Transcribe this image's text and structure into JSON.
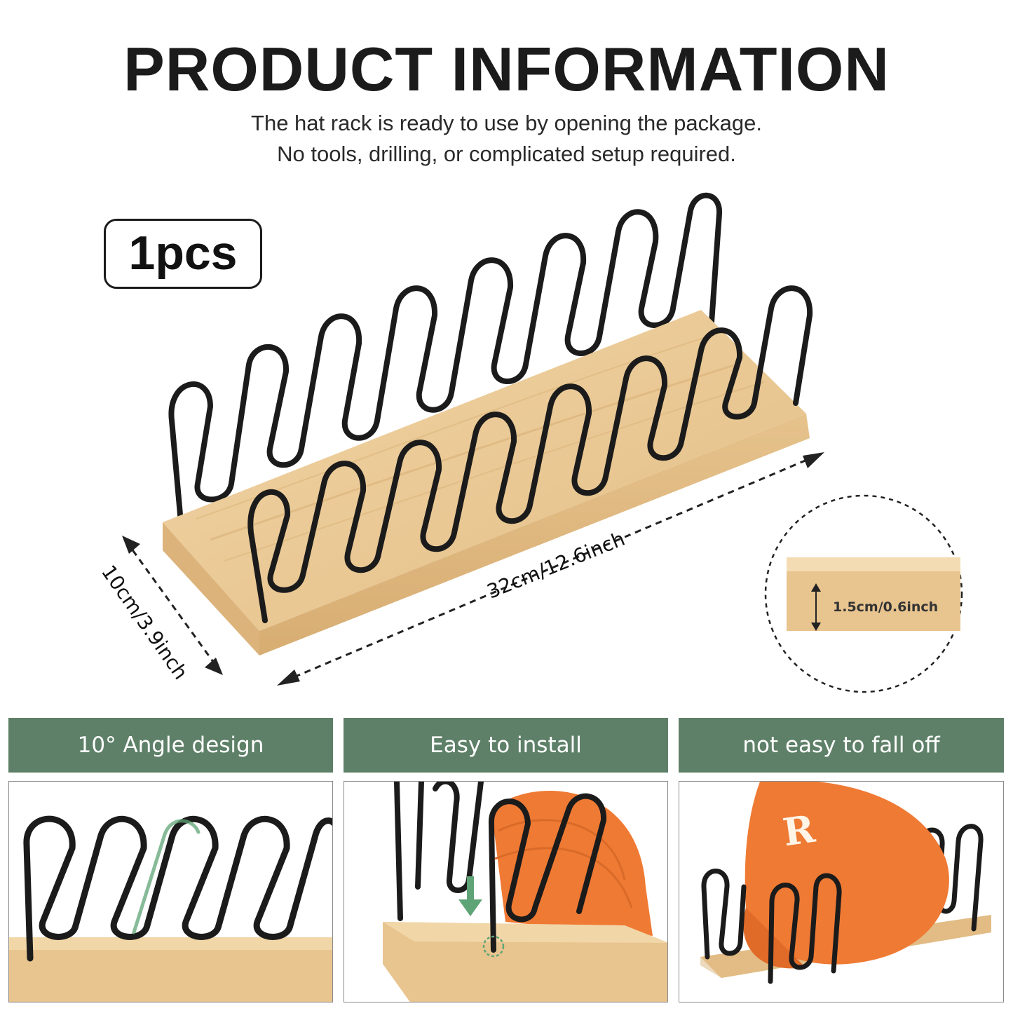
{
  "header": {
    "title": "PRODUCT INFORMATION",
    "subtitle_line1": "The hat rack is ready to use by opening the package.",
    "subtitle_line2": "No tools, drilling, or complicated setup required."
  },
  "quantity_badge": "1pcs",
  "dimensions": {
    "length": "32cm/12.6inch",
    "width": "10cm/3.9inch",
    "thickness": "1.5cm/0.6inch"
  },
  "features": [
    {
      "label": "10° Angle design"
    },
    {
      "label": "Easy to install"
    },
    {
      "label": "not easy to fall off"
    }
  ],
  "colors": {
    "banner": "#5e8068",
    "wood": "#e8c48f",
    "wire": "#1b1b1b",
    "cap": "#ef7a34",
    "accent_green": "#5fa476"
  },
  "icons": [
    "down-arrow-icon"
  ]
}
